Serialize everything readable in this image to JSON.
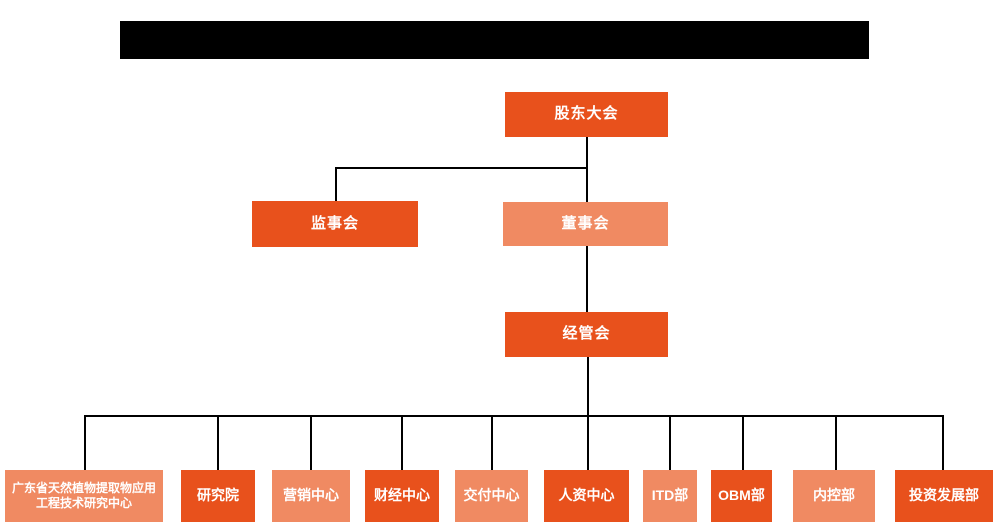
{
  "diagram": {
    "type": "org-chart",
    "colors": {
      "primary": "#E8511C",
      "secondary": "#F08A62",
      "line": "#000000",
      "redacted_bar": "#000000",
      "node_text": "#FFFFFF",
      "background": "#FFFFFF"
    },
    "nodes": {
      "shareholders": {
        "label": "股东大会",
        "variant": "primary"
      },
      "supervisory": {
        "label": "监事会",
        "variant": "primary"
      },
      "board": {
        "label": "董事会",
        "variant": "secondary"
      },
      "management": {
        "label": "经管会",
        "variant": "primary"
      }
    },
    "departments": [
      {
        "label": "广东省天然植物提取物应用工程技术研究中心",
        "variant": "secondary"
      },
      {
        "label": "研究院",
        "variant": "primary"
      },
      {
        "label": "营销中心",
        "variant": "secondary"
      },
      {
        "label": "财经中心",
        "variant": "primary"
      },
      {
        "label": "交付中心",
        "variant": "secondary"
      },
      {
        "label": "人资中心",
        "variant": "primary"
      },
      {
        "label": "ITD部",
        "variant": "secondary"
      },
      {
        "label": "OBM部",
        "variant": "primary"
      },
      {
        "label": "内控部",
        "variant": "secondary"
      },
      {
        "label": "投资发展部",
        "variant": "primary"
      }
    ],
    "edges": [
      "shareholders->board",
      "shareholders->supervisory",
      "board->management",
      "management->all-departments"
    ]
  }
}
